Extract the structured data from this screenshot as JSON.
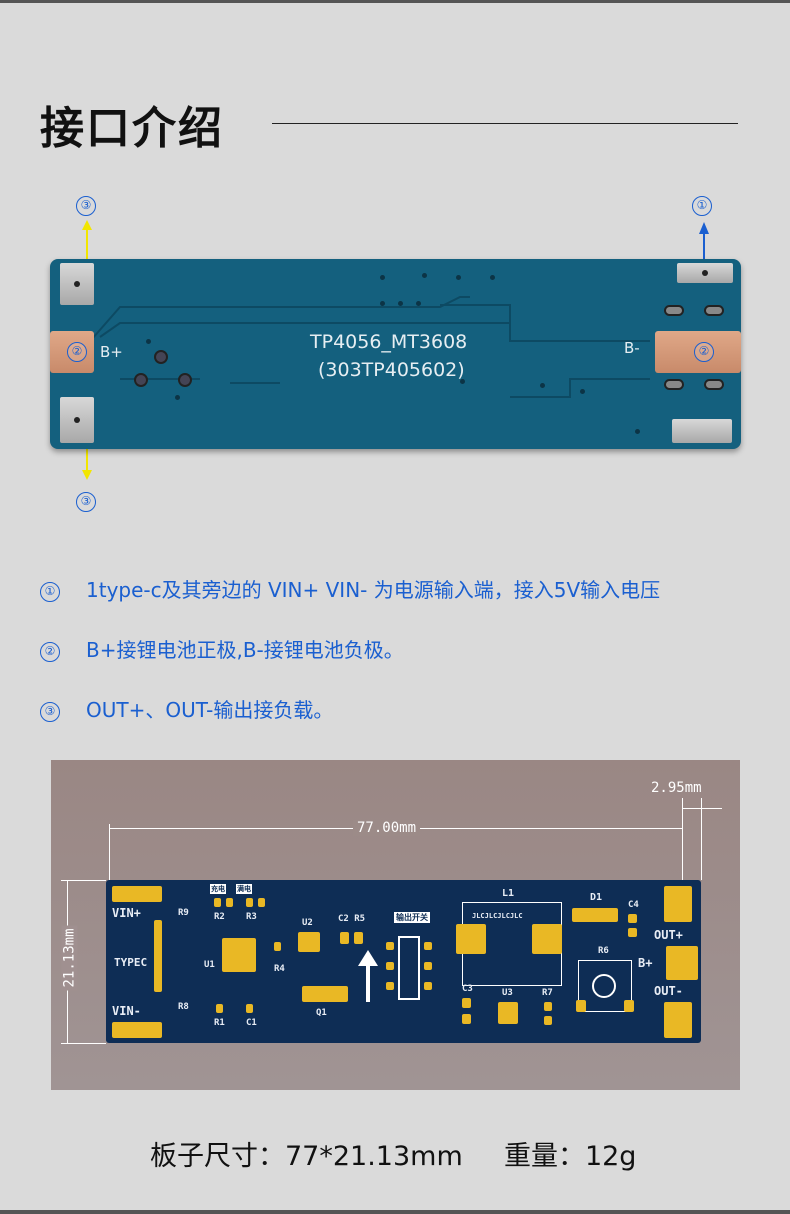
{
  "page": {
    "title": "接口介绍",
    "accent_color": "#1a5fd0"
  },
  "board_top": {
    "model_line1": "TP4056_MT3608",
    "model_line2": "(303TP405602)",
    "label_bplus": "B+",
    "label_bminus": "B-",
    "markers": {
      "m1": "①",
      "m2": "②",
      "m3": "③"
    }
  },
  "notes": [
    {
      "num": "①",
      "text": "1type-c及其旁边的 VIN+ VIN- 为电源输入端，接入5V输入电压"
    },
    {
      "num": "②",
      "text": "B+接锂电池正极,B-接锂电池负极。"
    },
    {
      "num": "③",
      "text": "OUT+、OUT-输出接负载。"
    }
  ],
  "board_bottom": {
    "dim_length": "77.00mm",
    "dim_offset": "2.95mm",
    "dim_width": "21.13mm",
    "labels": {
      "vin_plus": "VIN+",
      "vin_minus": "VIN-",
      "typec": "TYPEC",
      "r9": "R9",
      "r8": "R8",
      "r2": "R2",
      "r3": "R3",
      "r1": "R1",
      "c1": "C1",
      "u1": "U1",
      "u2": "U2",
      "r4": "R4",
      "c2r5": "C2 R5",
      "q1": "Q1",
      "switch": "输出开关",
      "l1": "L1",
      "jlc": "JLCJLCJLCJLC",
      "c3": "C3",
      "u3": "U3",
      "r7": "R7",
      "d1": "D1",
      "c4": "C4",
      "r6": "R6",
      "out_plus": "OUT+",
      "b_plus": "B+",
      "out_minus": "OUT-",
      "charge": "充电",
      "full": "满电"
    }
  },
  "footer": {
    "size": "板子尺寸：77*21.13mm",
    "weight": "重量：12g"
  }
}
